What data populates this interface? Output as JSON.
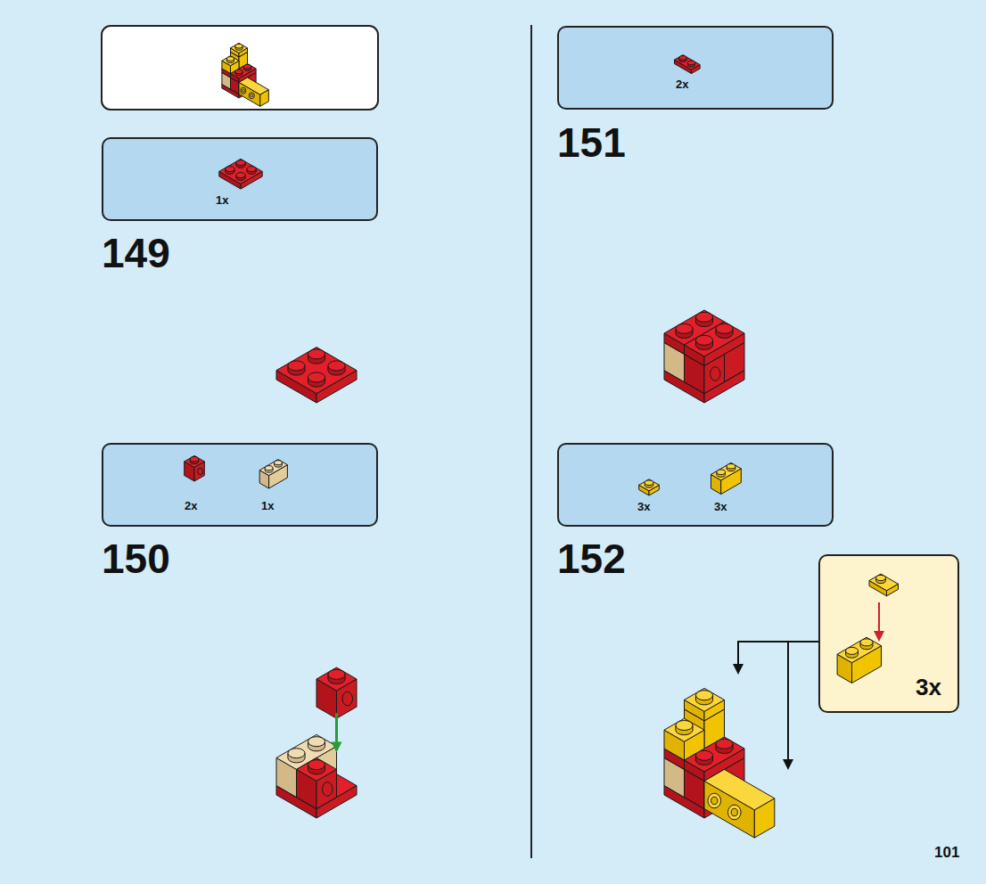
{
  "diagram": {
    "nodes": [
      {
        "text": [
          "1x"
        ]
      },
      {
        "text": [
          "2x",
          "1x"
        ]
      },
      {
        "text": [
          "2x"
        ]
      },
      {
        "text": [
          "3x",
          "3x"
        ]
      },
      {
        "text": [
          "3x"
        ]
      }
    ],
    "labels": [
      "149",
      "150",
      "151",
      "152",
      "101"
    ]
  }
}
